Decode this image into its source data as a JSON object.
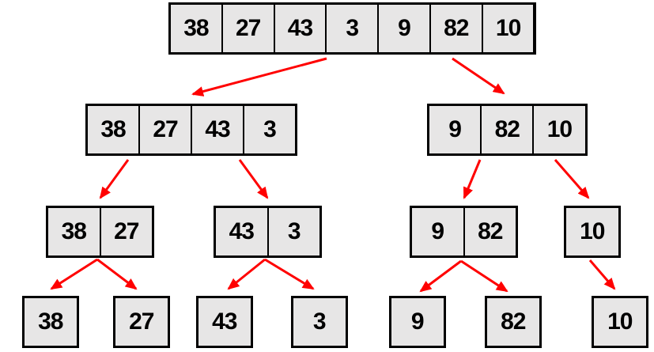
{
  "diagram": {
    "levels": [
      {
        "groups": [
          [
            "38",
            "27",
            "43",
            "3",
            "9",
            "82",
            "10"
          ]
        ]
      },
      {
        "groups": [
          [
            "38",
            "27",
            "43",
            "3"
          ],
          [
            "9",
            "82",
            "10"
          ]
        ]
      },
      {
        "groups": [
          [
            "38",
            "27"
          ],
          [
            "43",
            "3"
          ],
          [
            "9",
            "82"
          ],
          [
            "10"
          ]
        ]
      },
      {
        "groups": [
          [
            "38"
          ],
          [
            "27"
          ],
          [
            "43"
          ],
          [
            "3"
          ],
          [
            "9"
          ],
          [
            "82"
          ],
          [
            "10"
          ]
        ]
      }
    ],
    "colors": {
      "cell_fill": "#e7e6e6",
      "cell_border": "#000000",
      "text": "#000000",
      "arrow": "#ff0000",
      "background": "#ffffff"
    }
  }
}
